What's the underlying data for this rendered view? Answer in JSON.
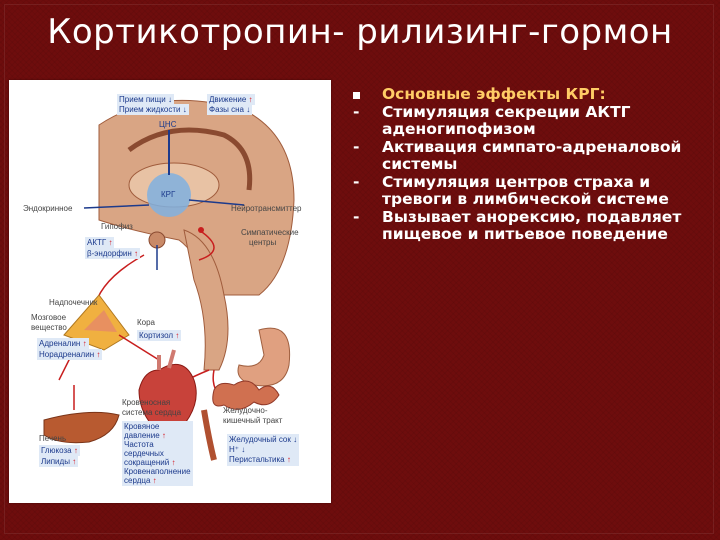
{
  "slide": {
    "title": "Кортикотропин- рилизинг-гормон"
  },
  "bullets": {
    "heading": "Основные эффекты КРГ:",
    "items": [
      "Стимуляция секреции АКТГ аденогипофизом",
      "Активация симпато-адреналовой системы",
      "Стимуляция центров страха и тревоги в лимбической системе",
      "Вызывает анорексию, подавляет пищевое и питьевое поведение"
    ],
    "dash": "-"
  },
  "figure": {
    "food_intake": "Прием пищи",
    "fluid_intake": "Прием жидкости",
    "movement": "Движение",
    "sleep_phases": "Фазы сна",
    "cns": "ЦНС",
    "crh": "КРГ",
    "endocrine": "Эндокринное",
    "hypophysis": "Гипофиз",
    "neurotransmitter": "Нейротрансмиттер",
    "sympathetic_centers_1": "Симпатические",
    "sympathetic_centers_2": "центры",
    "acth": "АКТГ",
    "beta_endorphin": "β-эндорфин",
    "adrenal_gland": "Надпочечник",
    "medulla_1": "Мозговое",
    "medulla_2": "вещество",
    "cortex": "Кора",
    "cortisol": "Кортизол",
    "adrenaline": "Адреналин",
    "noradrenaline": "Норадреналин",
    "cv_system_1": "Кровеносная",
    "cv_system_2": "система сердца",
    "gi_tract_1": "Желудочно-",
    "gi_tract_2": "кишечный тракт",
    "liver": "Печень",
    "glucose": "Глюкоза",
    "lipids": "Липиды",
    "blood_pressure_1": "Кровяное",
    "blood_pressure_2": "давление",
    "hr_1": "Частота",
    "hr_2": "сердечных",
    "hr_3": "сокращений",
    "coronary_1": "Кровенаполнение",
    "coronary_2": "сердца",
    "gastric_juice": "Желудочный сок",
    "h_plus": "H⁺",
    "peristalsis": "Перистальтика",
    "up": "↑",
    "down": "↓"
  },
  "colors": {
    "background": "#6e0d0d",
    "heading": "#ffcc66",
    "text": "#ffffff",
    "label_blue": "#1c3a8c",
    "arrow_red": "#d4141e"
  }
}
